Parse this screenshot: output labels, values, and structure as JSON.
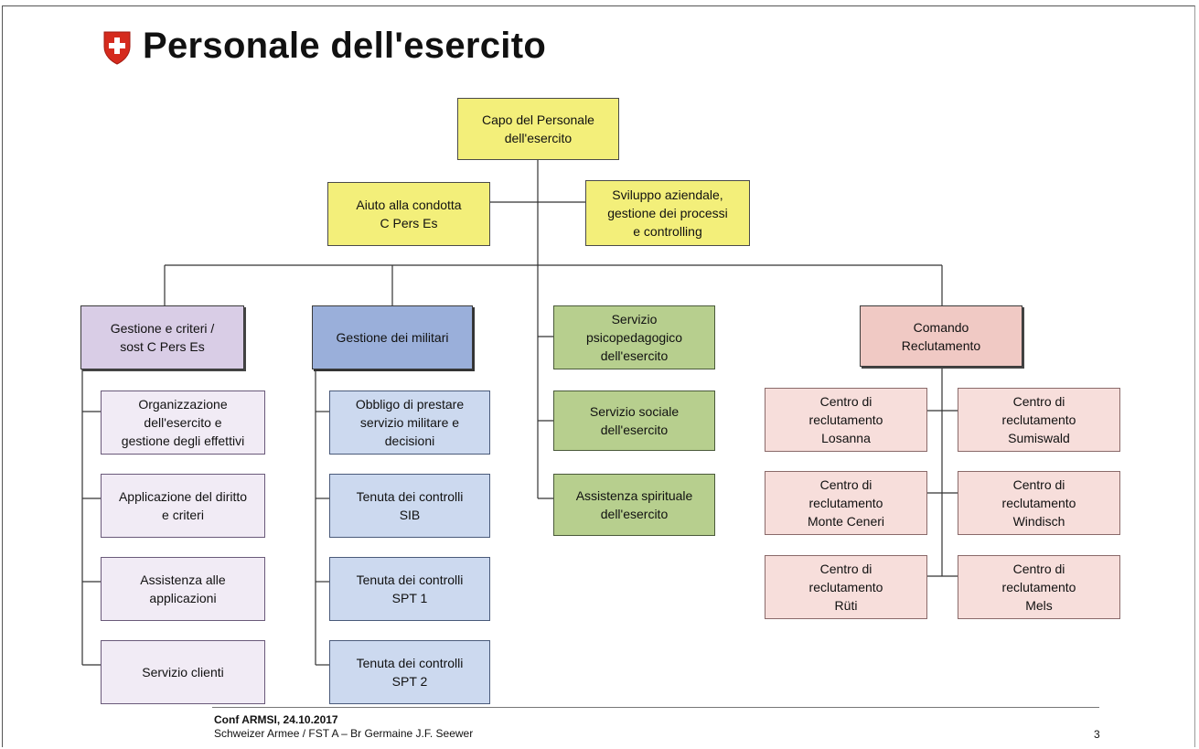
{
  "title": "Personale dell'esercito",
  "colors": {
    "brand_red": "#d52b1e",
    "yellow": "#f3ef7a",
    "purple": "#d9cde6",
    "blue": "#9aafda",
    "green": "#b7cf8e",
    "pink": "#f0c9c4"
  },
  "nodes": {
    "capo": "Capo del Personale\ndell'esercito",
    "aiuto": "Aiuto alla condotta\nC Pers Es",
    "sviluppo": "Sviluppo aziendale,\ngestione dei processi\ne controlling",
    "gestione_criteri": "Gestione e criteri /\nsost C Pers Es",
    "gestione_militari": "Gestione dei militari",
    "psicopedagogico": "Servizio\npsicopedagogico\ndell'esercito",
    "comando": "Comando\nReclutamento",
    "organizzazione": "Organizzazione\ndell'esercito e\ngestione degli effettivi",
    "applicazione": "Applicazione del diritto\ne criteri",
    "assistenza_app": "Assistenza alle\napplicazioni",
    "servizio_clienti": "Servizio clienti",
    "obbligo": "Obbligo di prestare\nservizio militare e\ndecisioni",
    "sib": "Tenuta dei controlli\nSIB",
    "spt1": "Tenuta dei controlli\nSPT 1",
    "spt2": "Tenuta dei controlli\nSPT 2",
    "sociale": "Servizio sociale\ndell'esercito",
    "spirituale": "Assistenza spirituale\ndell'esercito",
    "losanna": "Centro di\nreclutamento\nLosanna",
    "sumiswald": "Centro di\nreclutamento\nSumiswald",
    "monte_ceneri": "Centro di\nreclutamento\nMonte Ceneri",
    "windisch": "Centro di\nreclutamento\nWindisch",
    "ruti": "Centro di\nreclutamento\nRüti",
    "mels": "Centro di\nreclutamento\nMels"
  },
  "footer": {
    "line1": "Conf ARMSI, 24.10.2017",
    "line2": "Schweizer Armee / FST A  –  Br Germaine J.F. Seewer",
    "page_number": "3"
  }
}
